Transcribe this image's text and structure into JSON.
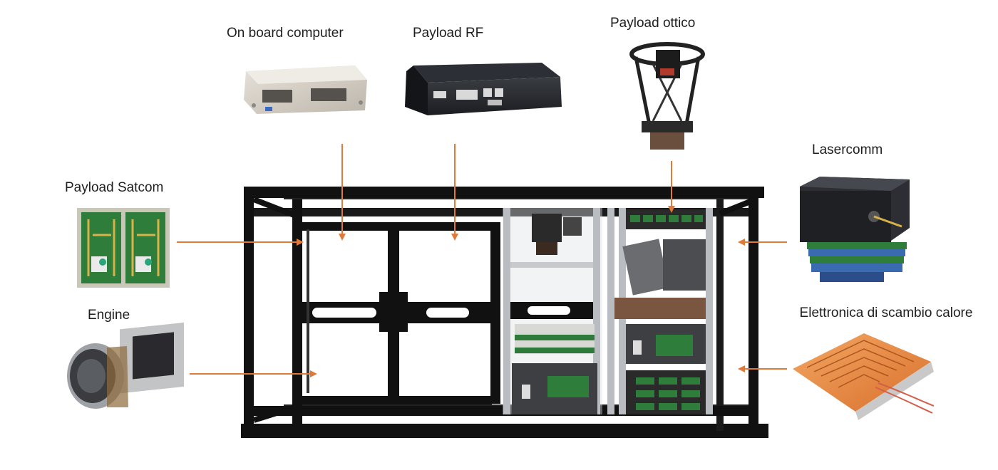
{
  "labels": {
    "on_board_computer": "On board computer",
    "payload_rf": "Payload RF",
    "payload_ottico": "Payload ottico",
    "lasercomm": "Lasercomm",
    "payload_satcom": "Payload Satcom",
    "engine": "Engine",
    "elettronica": "Elettronica di  scambio calore"
  },
  "colors": {
    "arrow": "#e07a3a",
    "frame": "#111111",
    "rack": "#b9bcc0",
    "pcb_green": "#2f7d3a",
    "heater_orange": "#e8843c"
  },
  "components": [
    "on-board-computer-image",
    "payload-rf-image",
    "payload-ottico-image",
    "lasercomm-image",
    "payload-satcom-image",
    "engine-image",
    "heat-exchange-electronics-image",
    "satellite-frame-image"
  ]
}
